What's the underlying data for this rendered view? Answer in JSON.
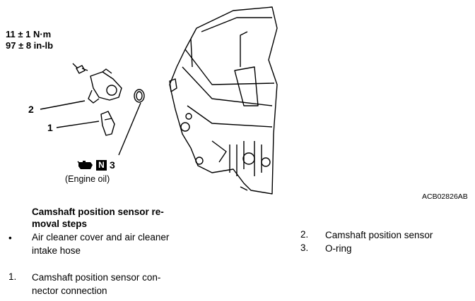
{
  "figure": {
    "torque_nm": "11 ± 1 N·m",
    "torque_inlb": "97 ± 8 in-lb",
    "callout_1": "1",
    "callout_2": "2",
    "callout_3": "3",
    "symbol_letter": "N",
    "engine_oil_label": "(Engine oil)",
    "image_code": "ACB02826AB"
  },
  "procedure": {
    "heading_line1": "Camshaft position sensor re-",
    "heading_line2": "moval steps",
    "steps": [
      {
        "marker": "•",
        "line1": "Air cleaner cover and air cleaner",
        "line2": "intake hose"
      },
      {
        "marker": "1.",
        "line1": "Camshaft position sensor con-",
        "line2": "nector connection"
      },
      {
        "marker": "2.",
        "line1": "Camshaft position sensor"
      },
      {
        "marker": "3.",
        "line1": "O-ring"
      }
    ]
  }
}
